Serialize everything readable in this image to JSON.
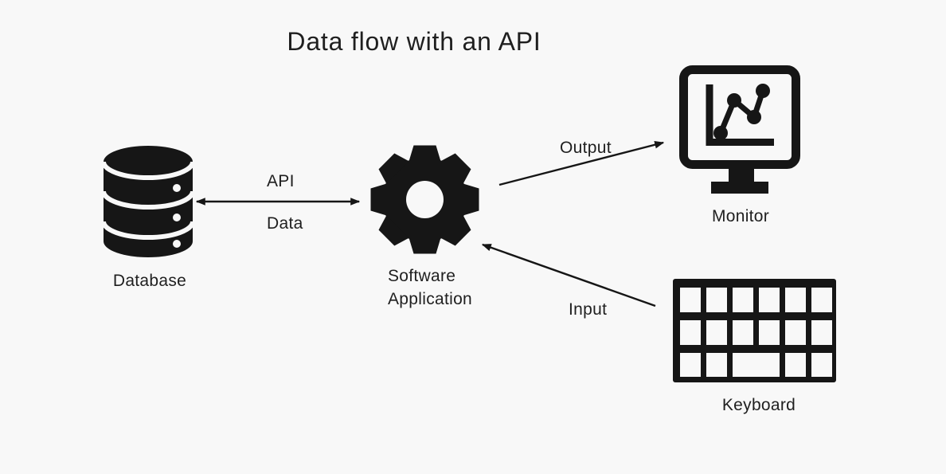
{
  "diagram": {
    "title": "Data flow with an API",
    "colors": {
      "ink": "#161616",
      "background": "#f8f8f8",
      "text": "#1f1f1f"
    },
    "nodes": [
      {
        "id": "database",
        "icon": "database-icon",
        "label": "Database"
      },
      {
        "id": "software-application",
        "icon": "gear-icon",
        "label_line1": "Software",
        "label_line2": "Application"
      },
      {
        "id": "monitor",
        "icon": "monitor-icon",
        "label": "Monitor"
      },
      {
        "id": "keyboard",
        "icon": "keyboard-icon",
        "label": "Keyboard"
      }
    ],
    "edges": [
      {
        "from": "database",
        "to": "software-application",
        "direction": "bidirectional",
        "label_above": "API",
        "label_below": "Data"
      },
      {
        "from": "software-application",
        "to": "monitor",
        "direction": "one-way",
        "label": "Output"
      },
      {
        "from": "keyboard",
        "to": "software-application",
        "direction": "one-way",
        "label": "Input"
      }
    ]
  }
}
